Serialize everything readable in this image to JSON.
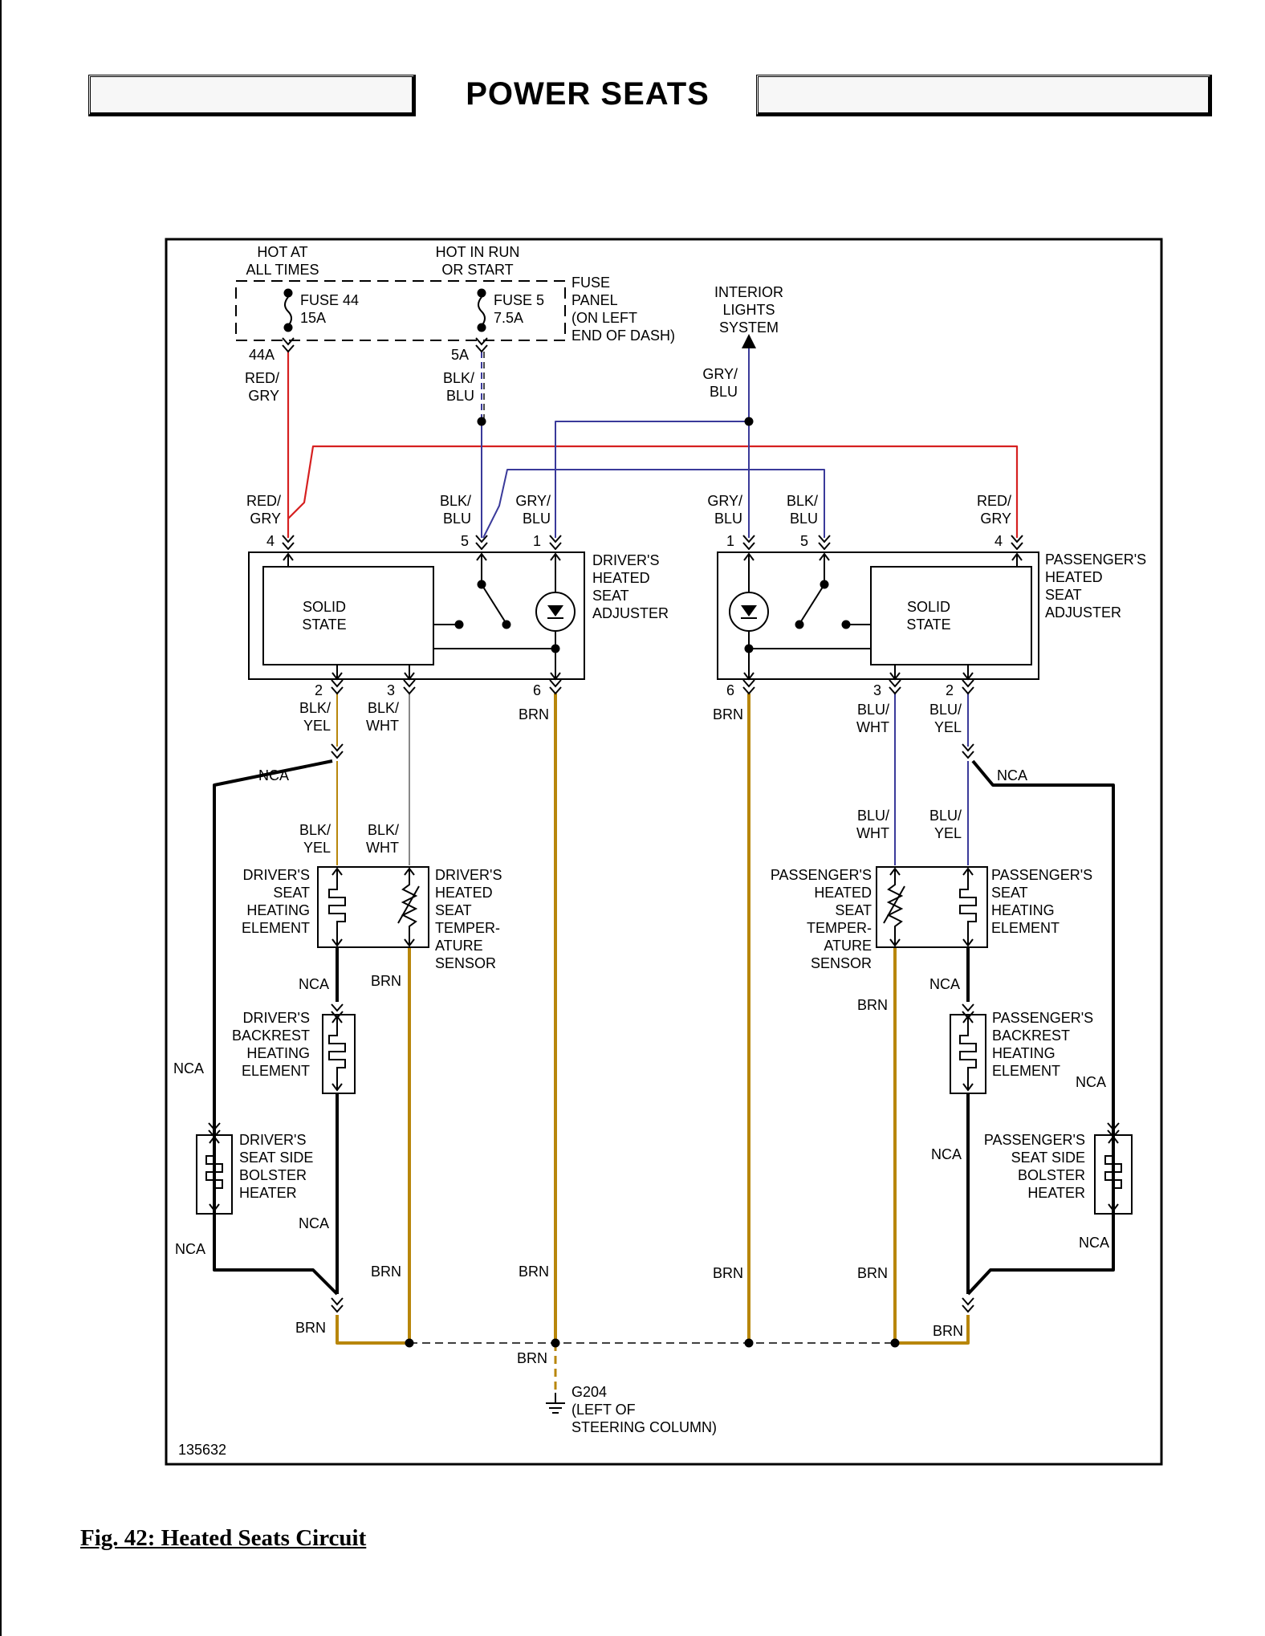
{
  "header": {
    "title": "POWER SEATS"
  },
  "caption": "Fig. 42: Heated Seats Circuit",
  "diagram_id": "135632",
  "colors": {
    "red": "#d62020",
    "blue": "#3a3a9a",
    "brown": "#b8860b",
    "black": "#000000",
    "gray": "#888888"
  },
  "power": {
    "hot_at_all_times": [
      "HOT AT",
      "ALL TIMES"
    ],
    "hot_in_run": [
      "HOT IN RUN",
      "OR START"
    ],
    "fuse44": [
      "FUSE 44",
      "15A"
    ],
    "fuse5": [
      "FUSE 5",
      "7.5A"
    ],
    "fuse_panel": [
      "FUSE",
      "PANEL",
      "(ON LEFT",
      "END OF DASH)"
    ],
    "interior_lights": [
      "INTERIOR",
      "LIGHTS",
      "SYSTEM"
    ]
  },
  "labels": {
    "c44a": "44A",
    "c5a": "5A",
    "red_gry": [
      "RED/",
      "GRY"
    ],
    "blk_blu": [
      "BLK/",
      "BLU"
    ],
    "gry_blu": [
      "GRY/",
      "BLU"
    ],
    "blk_yel": [
      "BLK/",
      "YEL"
    ],
    "blk_wht": [
      "BLK/",
      "WHT"
    ],
    "blu_wht": [
      "BLU/",
      "WHT"
    ],
    "blu_yel": [
      "BLU/",
      "YEL"
    ],
    "brn": "BRN",
    "nca": "NCA",
    "pin1": "1",
    "pin2": "2",
    "pin3": "3",
    "pin4": "4",
    "pin5": "5",
    "pin6": "6",
    "solid_state": [
      "SOLID",
      "STATE"
    ]
  },
  "components": {
    "driver_adjuster": [
      "DRIVER'S",
      "HEATED",
      "SEAT",
      "ADJUSTER"
    ],
    "passenger_adjuster": [
      "PASSENGER'S",
      "HEATED",
      "SEAT",
      "ADJUSTER"
    ],
    "driver_element": [
      "DRIVER'S",
      "SEAT",
      "HEATING",
      "ELEMENT"
    ],
    "driver_sensor": [
      "DRIVER'S",
      "HEATED",
      "SEAT",
      "TEMPER-",
      "ATURE",
      "SENSOR"
    ],
    "passenger_sensor": [
      "PASSENGER'S",
      "HEATED",
      "SEAT",
      "TEMPER-",
      "ATURE",
      "SENSOR"
    ],
    "passenger_element": [
      "PASSENGER'S",
      "SEAT",
      "HEATING",
      "ELEMENT"
    ],
    "driver_backrest": [
      "DRIVER'S",
      "BACKREST",
      "HEATING",
      "ELEMENT"
    ],
    "passenger_backrest": [
      "PASSENGER'S",
      "BACKREST",
      "HEATING",
      "ELEMENT"
    ],
    "driver_bolster": [
      "DRIVER'S",
      "SEAT SIDE",
      "BOLSTER",
      "HEATER"
    ],
    "passenger_bolster": [
      "PASSENGER'S",
      "SEAT SIDE",
      "BOLSTER",
      "HEATER"
    ],
    "ground": [
      "G204",
      "(LEFT OF",
      "STEERING COLUMN)"
    ]
  }
}
